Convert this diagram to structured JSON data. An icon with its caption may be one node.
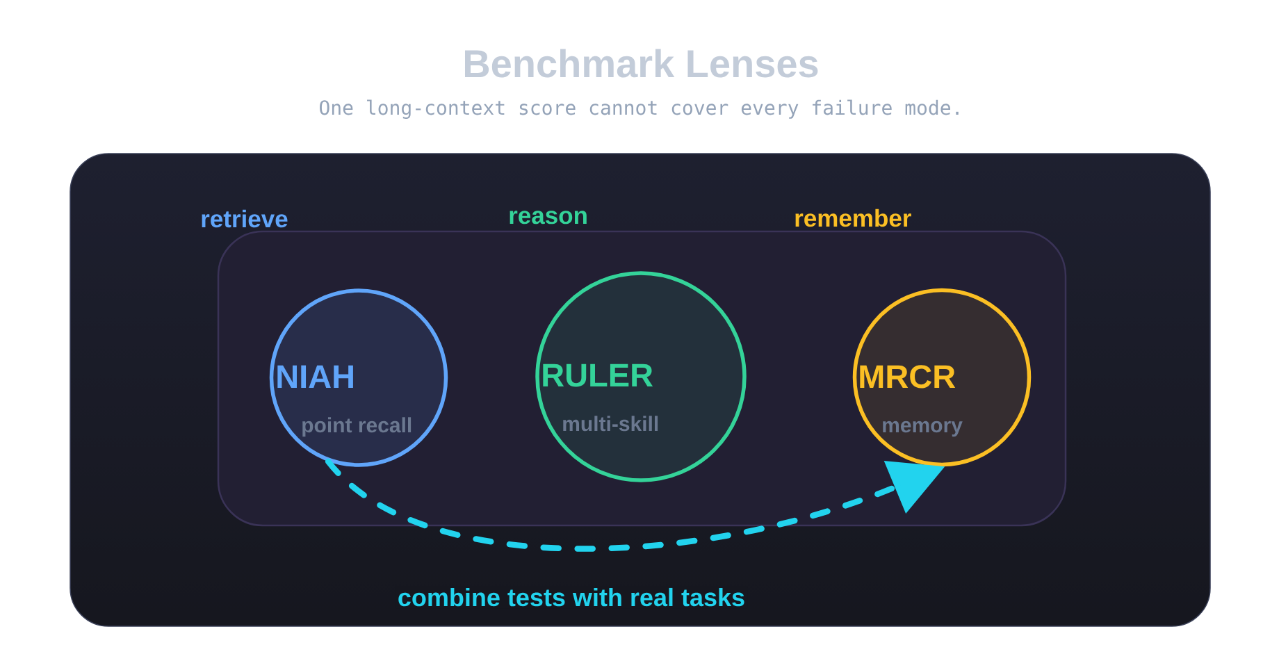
{
  "diagram": {
    "title": "Benchmark Lenses",
    "nodes": [
      {
        "text": [
          "NIAH",
          "point recall"
        ]
      },
      {
        "text": [
          "RULER",
          "multi-skill"
        ]
      },
      {
        "text": [
          "MRCR",
          "memory"
        ]
      }
    ],
    "edges": [
      {
        "from": 0,
        "to": 2,
        "arrow": "to",
        "style": "dashed",
        "label": "combine tests with real tasks"
      }
    ],
    "labels": [
      "One long-context score cannot cover every failure mode.",
      "retrieve",
      "reason",
      "remember"
    ]
  }
}
